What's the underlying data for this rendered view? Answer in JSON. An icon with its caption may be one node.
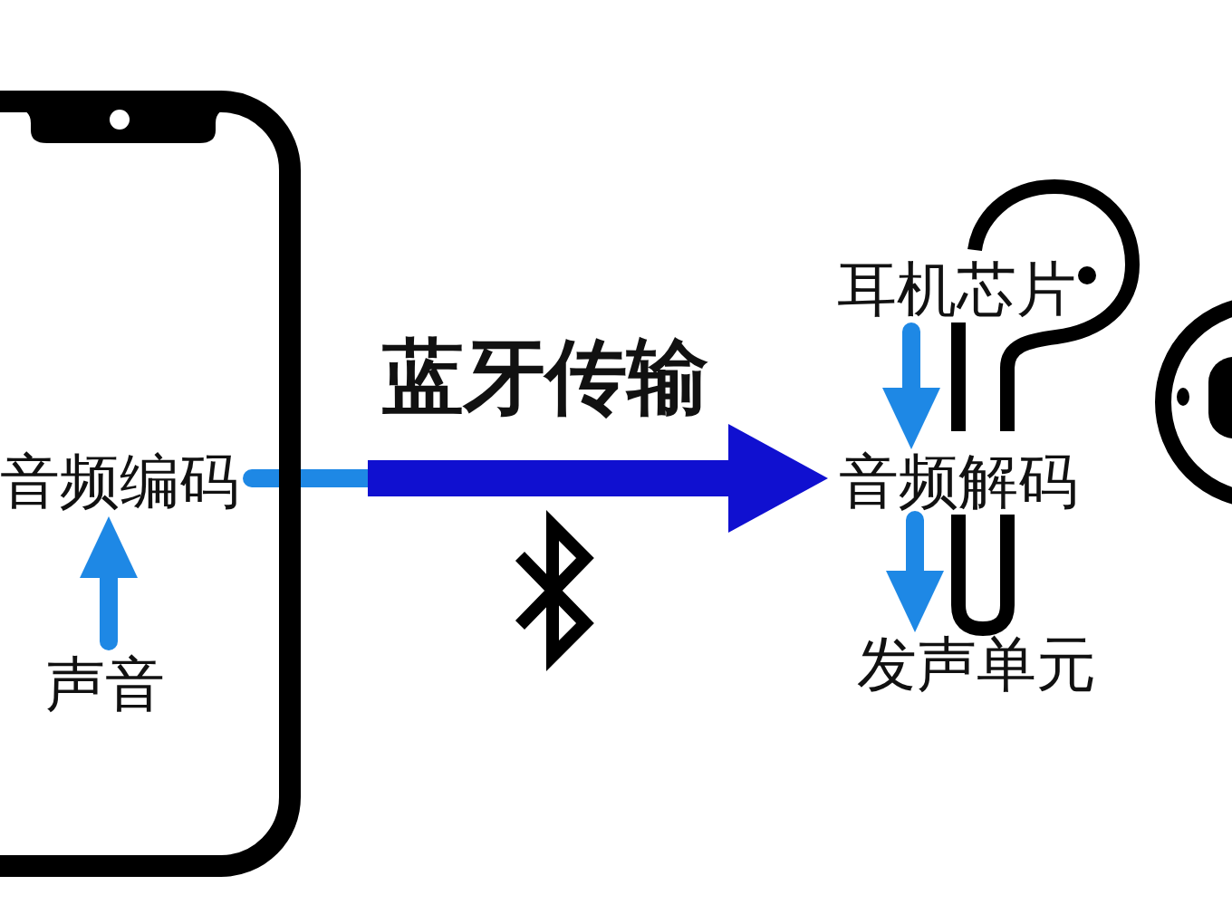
{
  "diagram": {
    "nodes": [
      {
        "text": [],
        "shape": "phone"
      },
      {
        "text": [
          "音频编码"
        ],
        "in": 0
      },
      {
        "text": [
          "声音"
        ],
        "in": 0
      },
      {
        "text": [
          "耳机芯片"
        ]
      },
      {
        "text": [
          "音频解码"
        ]
      },
      {
        "text": [
          "发声单元"
        ]
      }
    ],
    "edges": [
      {
        "from": 2,
        "to": 1,
        "arrow": "to"
      },
      {
        "from": 1,
        "to": 4,
        "arrow": "to",
        "label": "蓝牙传输",
        "style": "thick",
        "color": "#1010d0"
      },
      {
        "from": 3,
        "to": 4,
        "arrow": "to"
      },
      {
        "from": 4,
        "to": 5,
        "arrow": "to"
      }
    ]
  }
}
